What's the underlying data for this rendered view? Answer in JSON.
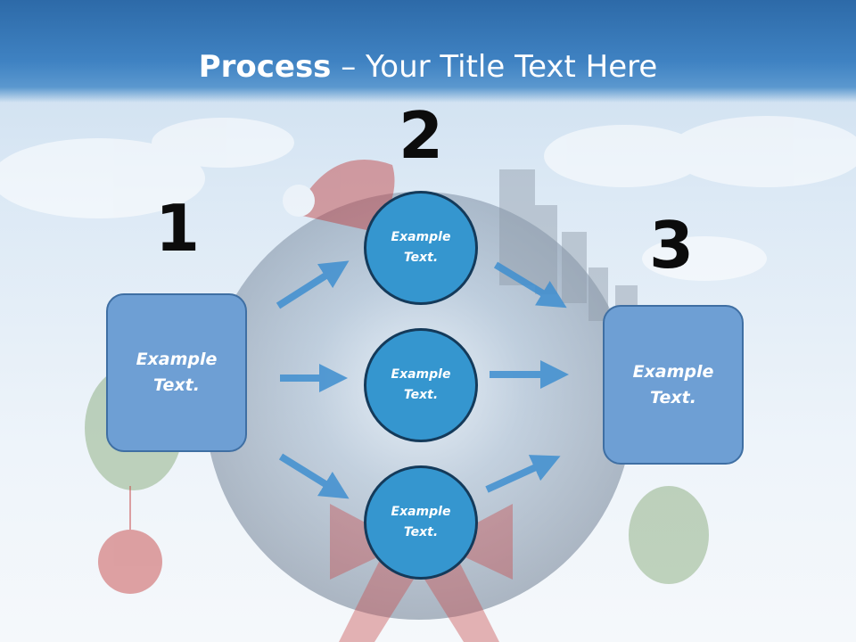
{
  "title": {
    "bold": "Process",
    "rest": " – Your Title Text Here"
  },
  "colors": {
    "header": "#3f82c2",
    "box_fill": "#6e9fd4",
    "circle_fill": "#3596cf",
    "arrow": "#3f8fd0"
  },
  "steps": [
    {
      "number": "1",
      "text": "Example Text."
    },
    {
      "number": "2",
      "text": "Example Text."
    },
    {
      "number": "3",
      "text": "Example Text."
    }
  ],
  "circles": [
    {
      "text": "Example Text."
    },
    {
      "text": "Example Text."
    },
    {
      "text": "Example Text."
    }
  ]
}
